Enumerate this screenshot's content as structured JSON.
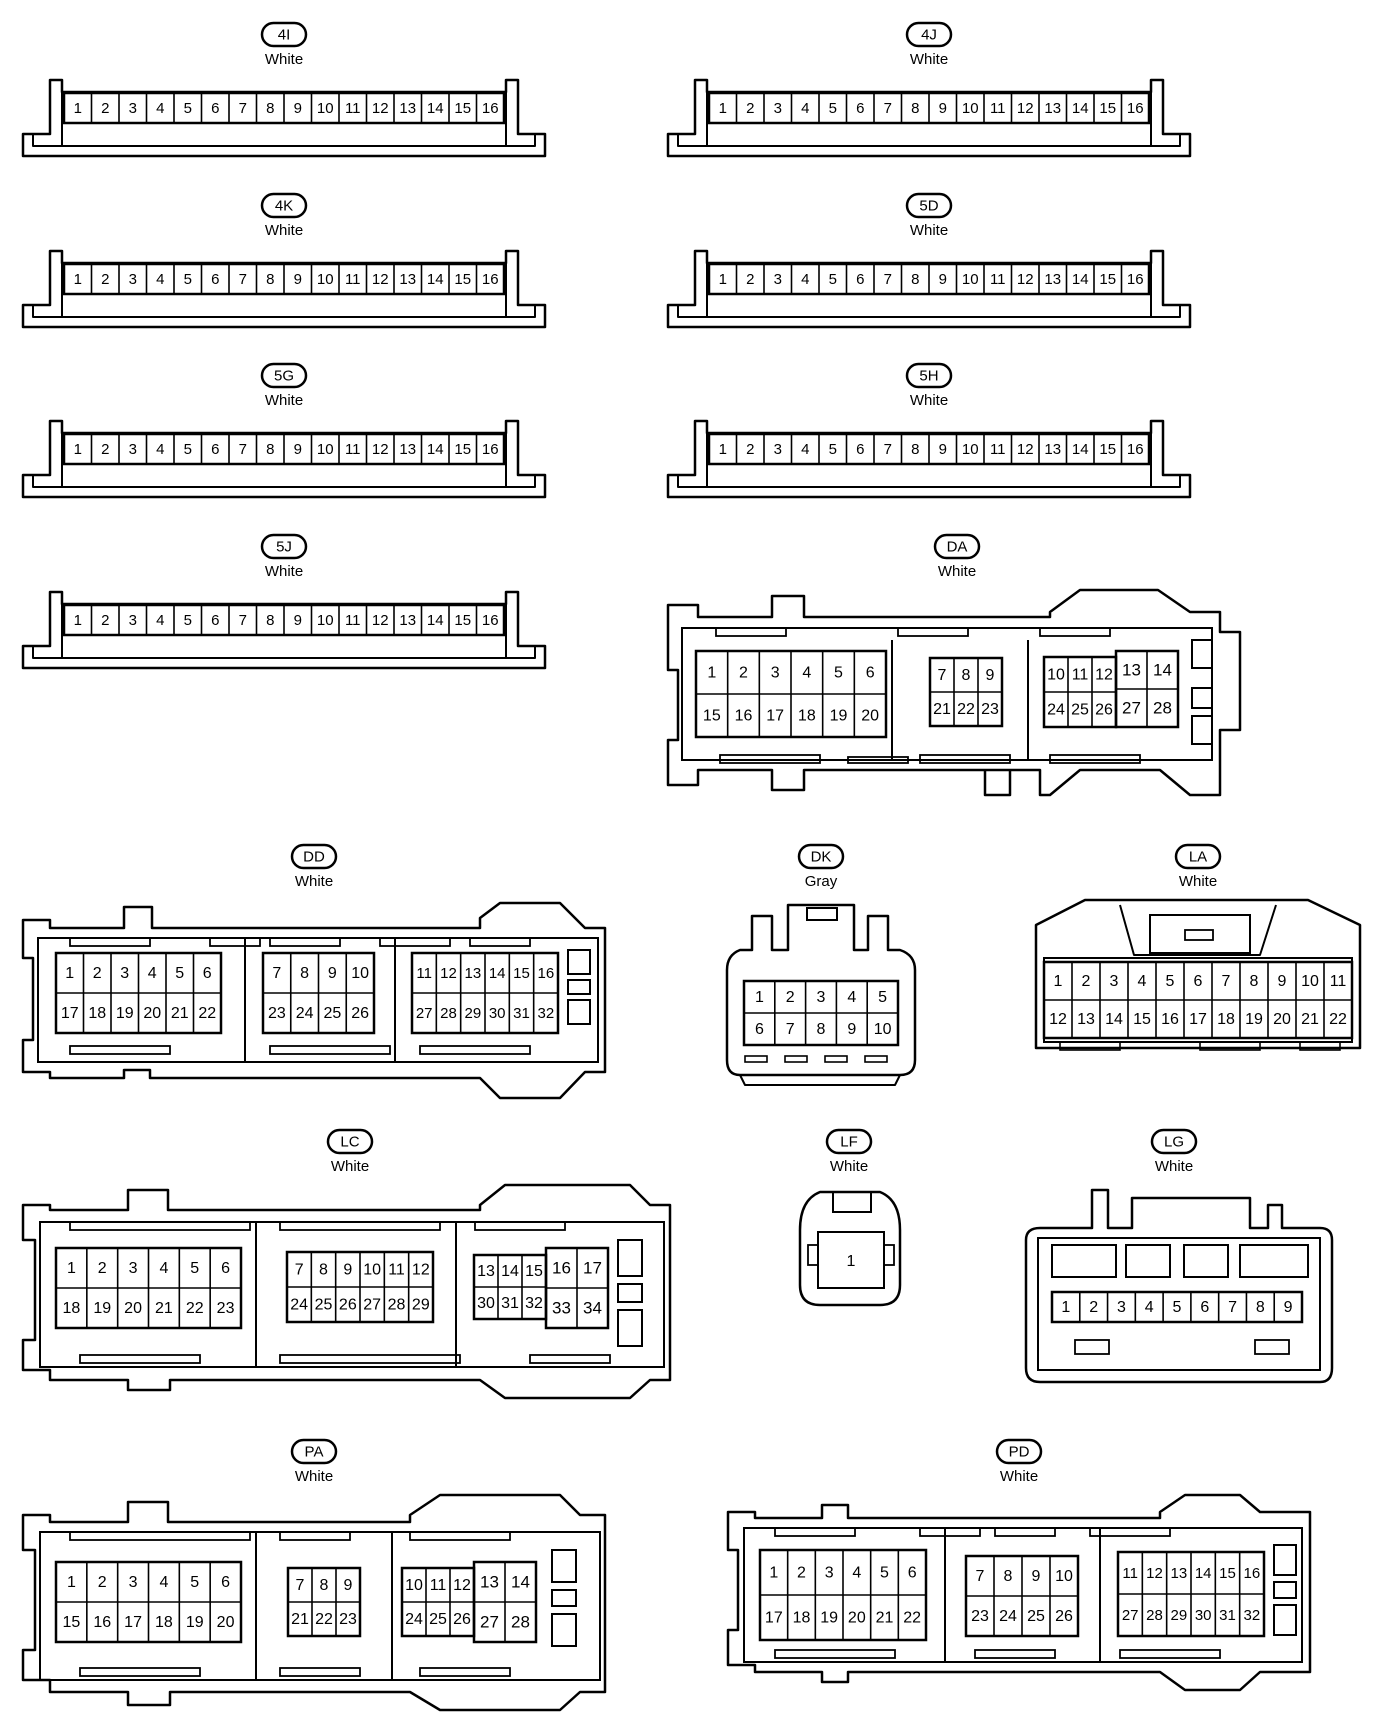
{
  "connectors": {
    "c4I": {
      "code": "4I",
      "color": "White"
    },
    "c4J": {
      "code": "4J",
      "color": "White"
    },
    "c4K": {
      "code": "4K",
      "color": "White"
    },
    "c5D": {
      "code": "5D",
      "color": "White"
    },
    "c5G": {
      "code": "5G",
      "color": "White"
    },
    "c5H": {
      "code": "5H",
      "color": "White"
    },
    "c5J": {
      "code": "5J",
      "color": "White"
    },
    "DA": {
      "code": "DA",
      "color": "White"
    },
    "DD": {
      "code": "DD",
      "color": "White"
    },
    "DK": {
      "code": "DK",
      "color": "Gray"
    },
    "LA": {
      "code": "LA",
      "color": "White"
    },
    "LC": {
      "code": "LC",
      "color": "White"
    },
    "LF": {
      "code": "LF",
      "color": "White"
    },
    "LG": {
      "code": "LG",
      "color": "White"
    },
    "PA": {
      "code": "PA",
      "color": "White"
    },
    "PD": {
      "code": "PD",
      "color": "White"
    }
  },
  "pins": {
    "p1to16": [
      "1",
      "2",
      "3",
      "4",
      "5",
      "6",
      "7",
      "8",
      "9",
      "10",
      "11",
      "12",
      "13",
      "14",
      "15",
      "16"
    ],
    "DA": [
      [
        "1",
        "2",
        "3",
        "4",
        "5",
        "6"
      ],
      [
        "15",
        "16",
        "17",
        "18",
        "19",
        "20"
      ],
      [
        "7",
        "8",
        "9"
      ],
      [
        "21",
        "22",
        "23"
      ],
      [
        "10",
        "11",
        "12"
      ],
      [
        "24",
        "25",
        "26"
      ],
      [
        "13",
        "14"
      ],
      [
        "27",
        "28"
      ]
    ],
    "DD": [
      [
        "1",
        "2",
        "3",
        "4",
        "5",
        "6"
      ],
      [
        "17",
        "18",
        "19",
        "20",
        "21",
        "22"
      ],
      [
        "7",
        "8",
        "9",
        "10"
      ],
      [
        "23",
        "24",
        "25",
        "26"
      ],
      [
        "11",
        "12",
        "13",
        "14",
        "15",
        "16"
      ],
      [
        "27",
        "28",
        "29",
        "30",
        "31",
        "32"
      ]
    ],
    "DK": [
      [
        "1",
        "2",
        "3",
        "4",
        "5"
      ],
      [
        "6",
        "7",
        "8",
        "9",
        "10"
      ]
    ],
    "LA": [
      [
        "1",
        "2",
        "3",
        "4",
        "5",
        "6",
        "7",
        "8",
        "9",
        "10",
        "11"
      ],
      [
        "12",
        "13",
        "14",
        "15",
        "16",
        "17",
        "18",
        "19",
        "20",
        "21",
        "22"
      ]
    ],
    "LC": [
      [
        "1",
        "2",
        "3",
        "4",
        "5",
        "6"
      ],
      [
        "18",
        "19",
        "20",
        "21",
        "22",
        "23"
      ],
      [
        "7",
        "8",
        "9",
        "10",
        "11",
        "12"
      ],
      [
        "24",
        "25",
        "26",
        "27",
        "28",
        "29"
      ],
      [
        "13",
        "14",
        "15"
      ],
      [
        "30",
        "31",
        "32"
      ],
      [
        "16",
        "17"
      ],
      [
        "33",
        "34"
      ]
    ],
    "LF": [
      "1"
    ],
    "LG": [
      "1",
      "2",
      "3",
      "4",
      "5",
      "6",
      "7",
      "8",
      "9"
    ],
    "PA": [
      [
        "1",
        "2",
        "3",
        "4",
        "5",
        "6"
      ],
      [
        "15",
        "16",
        "17",
        "18",
        "19",
        "20"
      ],
      [
        "7",
        "8",
        "9"
      ],
      [
        "21",
        "22",
        "23"
      ],
      [
        "10",
        "11",
        "12"
      ],
      [
        "24",
        "25",
        "26"
      ],
      [
        "13",
        "14"
      ],
      [
        "27",
        "28"
      ]
    ],
    "PD": [
      [
        "1",
        "2",
        "3",
        "4",
        "5",
        "6"
      ],
      [
        "17",
        "18",
        "19",
        "20",
        "21",
        "22"
      ],
      [
        "7",
        "8",
        "9",
        "10"
      ],
      [
        "23",
        "24",
        "25",
        "26"
      ],
      [
        "11",
        "12",
        "13",
        "14",
        "15",
        "16"
      ],
      [
        "27",
        "28",
        "29",
        "30",
        "31",
        "32"
      ]
    ]
  }
}
